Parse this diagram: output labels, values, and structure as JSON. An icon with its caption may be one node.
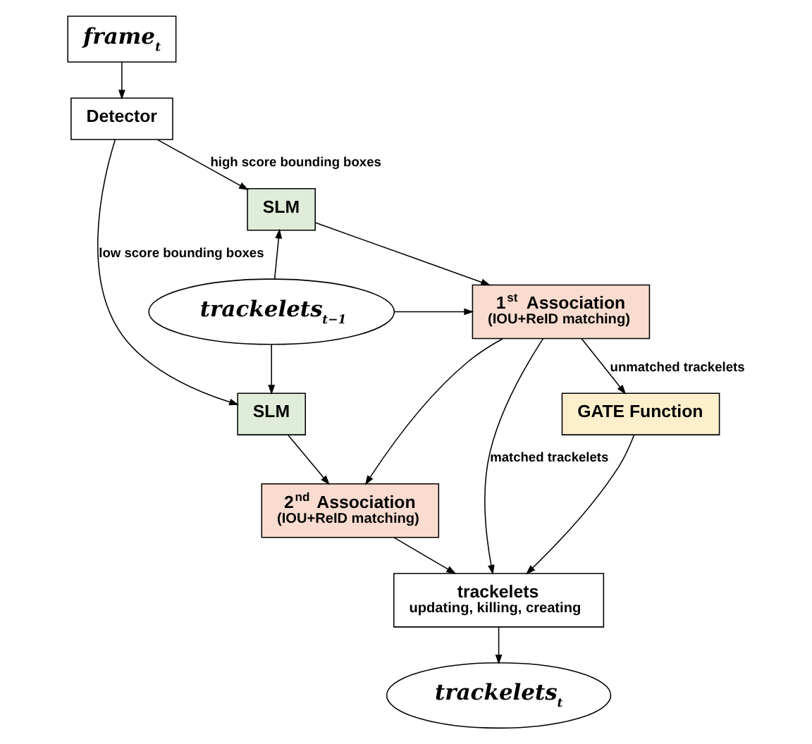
{
  "diagram": {
    "nodes": [
      {
        "text": [
          "frame$_{t}$"
        ]
      },
      {
        "text": [
          "Detector"
        ]
      },
      {
        "text": [
          "SLM"
        ]
      },
      {
        "text": [
          "1$^{st}$ Association",
          "(IOU+ReID matching)"
        ]
      },
      {
        "text": [
          "trackelets$_{t−1}$"
        ]
      },
      {
        "text": [
          "SLM"
        ]
      },
      {
        "text": [
          "GATE Function"
        ]
      },
      {
        "text": [
          "2$^{nd}$ Association",
          "(IOU+ReID matching)"
        ]
      },
      {
        "text": [
          "trackelets",
          "updating, killing, creating"
        ]
      },
      {
        "text": [
          "trackelets$_{t}$"
        ]
      }
    ],
    "edges": [
      {
        "from": 0,
        "to": 1,
        "arrow": "to"
      },
      {
        "from": 1,
        "to": 2,
        "arrow": "to",
        "label": "high score bounding boxes"
      },
      {
        "from": 1,
        "to": 5,
        "arrow": "to",
        "label": "low score bounding boxes"
      },
      {
        "from": 2,
        "to": 3,
        "arrow": "to"
      },
      {
        "from": 4,
        "to": 2,
        "arrow": "to"
      },
      {
        "from": 4,
        "to": 3,
        "arrow": "to"
      },
      {
        "from": 4,
        "to": 5,
        "arrow": "to"
      },
      {
        "from": 3,
        "to": 8,
        "arrow": "to",
        "label": "matched trackelets"
      },
      {
        "from": 3,
        "to": 7,
        "arrow": "to"
      },
      {
        "from": 3,
        "to": 6,
        "arrow": "to",
        "label": "unmatched trackelets"
      },
      {
        "from": 5,
        "to": 7,
        "arrow": "to"
      },
      {
        "from": 7,
        "to": 8,
        "arrow": "to"
      },
      {
        "from": 6,
        "to": 8,
        "arrow": "to"
      },
      {
        "from": 8,
        "to": 9,
        "arrow": "to"
      }
    ]
  }
}
